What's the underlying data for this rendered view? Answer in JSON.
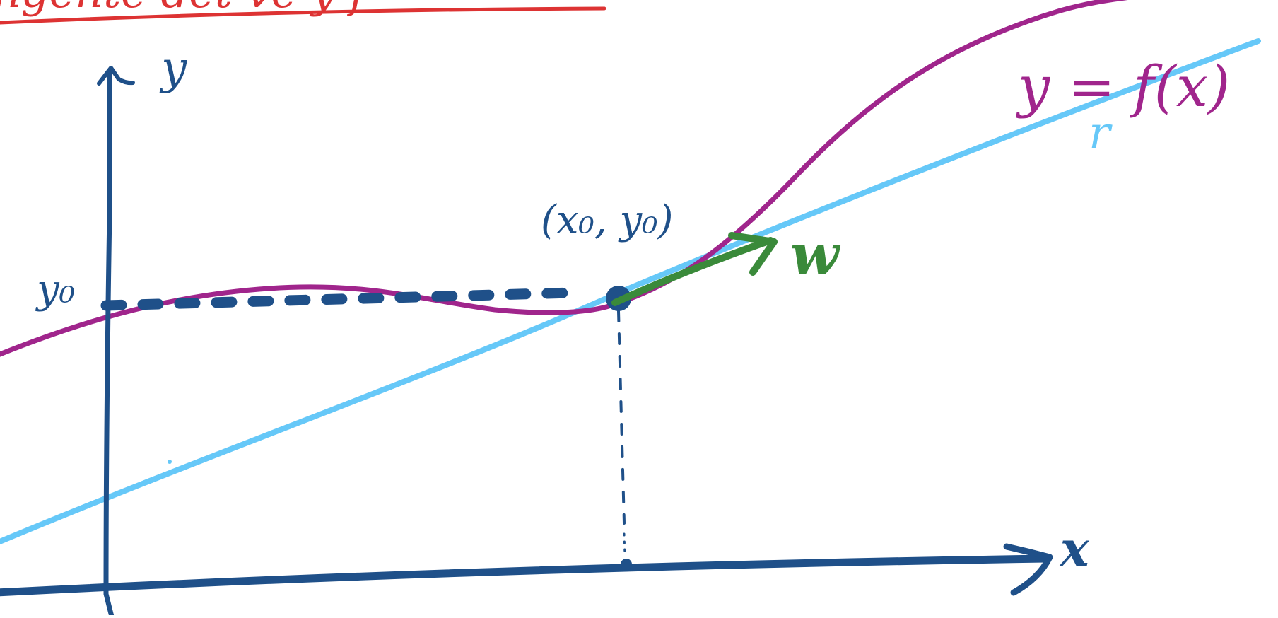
{
  "header": {
    "text": "ngente   det  ve  y  f"
  },
  "labels": {
    "y_axis": "y",
    "x_axis": "x",
    "y0": "y₀",
    "x0": "x₀",
    "point": "(x₀, y₀)",
    "curve": "y = f(x)",
    "tangent": "r",
    "vector": "w"
  },
  "colors": {
    "axes": "#1f5089",
    "curve": "#a0258c",
    "tangent": "#66c8f8",
    "vector": "#3a8a3a",
    "header": "#dd3333"
  },
  "icons": {
    "x_arrow": "arrow-right-icon",
    "y_arrow": "arrow-up-icon",
    "vector_arrow": "arrow-head-icon"
  }
}
